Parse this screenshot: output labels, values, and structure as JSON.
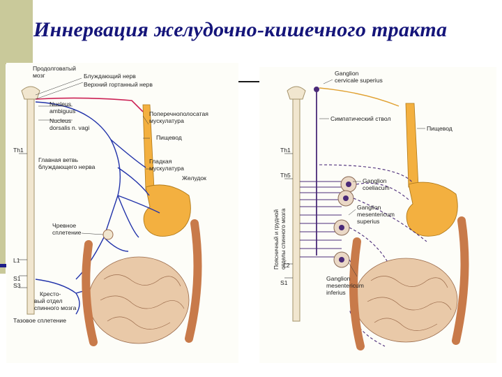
{
  "slide": {
    "title": "Иннервация желудочно-кишечного тракта"
  },
  "left_panel": {
    "labels": {
      "medulla_l1": "Продолговатый",
      "medulla_l2": "мозг",
      "vagus": "Блуждающий нерв",
      "laryngeal": "Верхний гортанный нерв",
      "nucleus_amb_l1": "Nucleus",
      "nucleus_amb_l2": "ambiguus",
      "nucleus_dors_l1": "Nucleus",
      "nucleus_dors_l2": "dorsalis n. vagi",
      "striated_l1": "Поперечнополосатая",
      "striated_l2": "мускулатура",
      "esophagus": "Пищевод",
      "th1": "Th1",
      "main_branch_l1": "Главная ветвь",
      "main_branch_l2": "блуждающего нерва",
      "smooth_l1": "Гладкая",
      "smooth_l2": "мускулатура",
      "stomach": "Желудок",
      "celiac_l1": "Чревное",
      "celiac_l2": "сплетение",
      "l1": "L1",
      "s1": "S1",
      "s3": "S3",
      "sacral_l1": "Кресто-",
      "sacral_l2": "вый отдел",
      "sacral_l3": "спинного мозга",
      "pelvic": "Тазовое сплетение"
    }
  },
  "right_panel": {
    "labels": {
      "ganglion_sup_l1": "Ganglion",
      "ganglion_sup_l2": "cervicale superius",
      "sympathetic": "Симпатический ствол",
      "esophagus": "Пищевод",
      "th1": "Th1",
      "th5": "Th5",
      "coeliac_l1": "Ganglion",
      "coeliac_l2": "coeliacum",
      "mes_sup_l1": "Ganglion",
      "mes_sup_l2": "mesentericum",
      "mes_sup_l3": "superius",
      "l2": "L2",
      "s1": "S1",
      "mes_inf_l1": "Ganglion",
      "mes_inf_l2": "mesentericum",
      "mes_inf_l3": "inferius",
      "spinal_vert_l1": "Поясничный и грудной",
      "spinal_vert_l2": "отделы спинного мозга"
    }
  },
  "colors": {
    "title": "#15157a",
    "accent": "#c9c99a",
    "vagus_blue": "#2233aa",
    "laryngeal_red": "#cc2255",
    "sympathetic_purple": "#4a2a78",
    "esophagus_orange": "#f3b040",
    "intestine": "#e9c9a8",
    "colon": "#c87a4a"
  }
}
